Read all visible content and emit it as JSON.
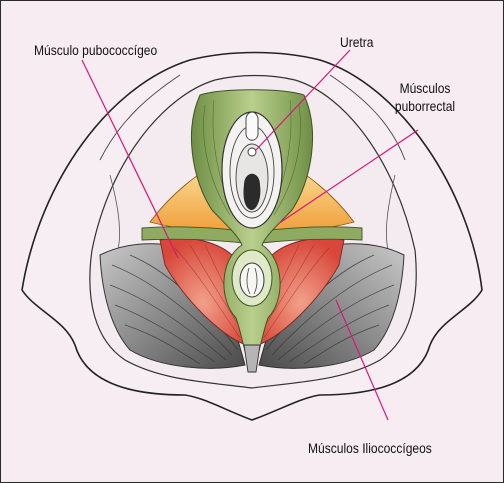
{
  "labels": {
    "pubococcygeus": "Músculo pubococcígeo",
    "urethra": "Uretra",
    "puborectalis_1": "Músculos",
    "puborectalis_2": "puborrectal",
    "iliococcygeus": "Músculos Iliococcígeos"
  },
  "colors": {
    "background": "#f8ecf3",
    "leader_lines": "#d4197a",
    "green_muscle": "#8faa62",
    "orange_tissue": "#f3a945",
    "red_muscle": "#e05a48",
    "gray_muscle": "#8c8c8c"
  }
}
